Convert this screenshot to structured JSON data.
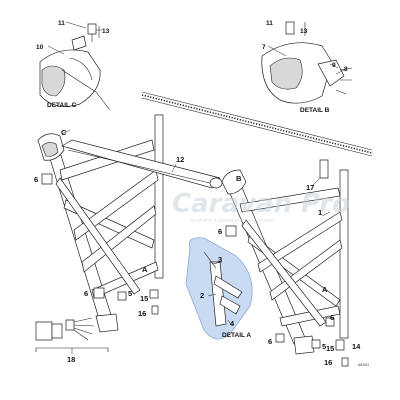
{
  "diagram": {
    "callouts": {
      "n1": "1",
      "n2": "2",
      "n3": "3",
      "n4": "4",
      "n5": "5",
      "n6": "6",
      "n7": "7",
      "n8": "8",
      "n9": "9",
      "n10": "10",
      "n11": "11",
      "n12": "12",
      "n13": "13",
      "n14": "14",
      "n15": "15",
      "n16": "16",
      "n17": "17",
      "n18": "18",
      "A": "A",
      "B": "B",
      "C": "C"
    },
    "details": {
      "a": "DETAIL A",
      "b": "DETAIL B",
      "c": "DETAIL C"
    },
    "watermark": {
      "brand": "Caravan Pro",
      "tagline": "Australia's ultimate RV accessory"
    },
    "drawing_code": "A6502",
    "colors": {
      "highlight": "#c9daf3",
      "highlight_stroke": "#8aa8d8",
      "line": "#222222"
    }
  }
}
